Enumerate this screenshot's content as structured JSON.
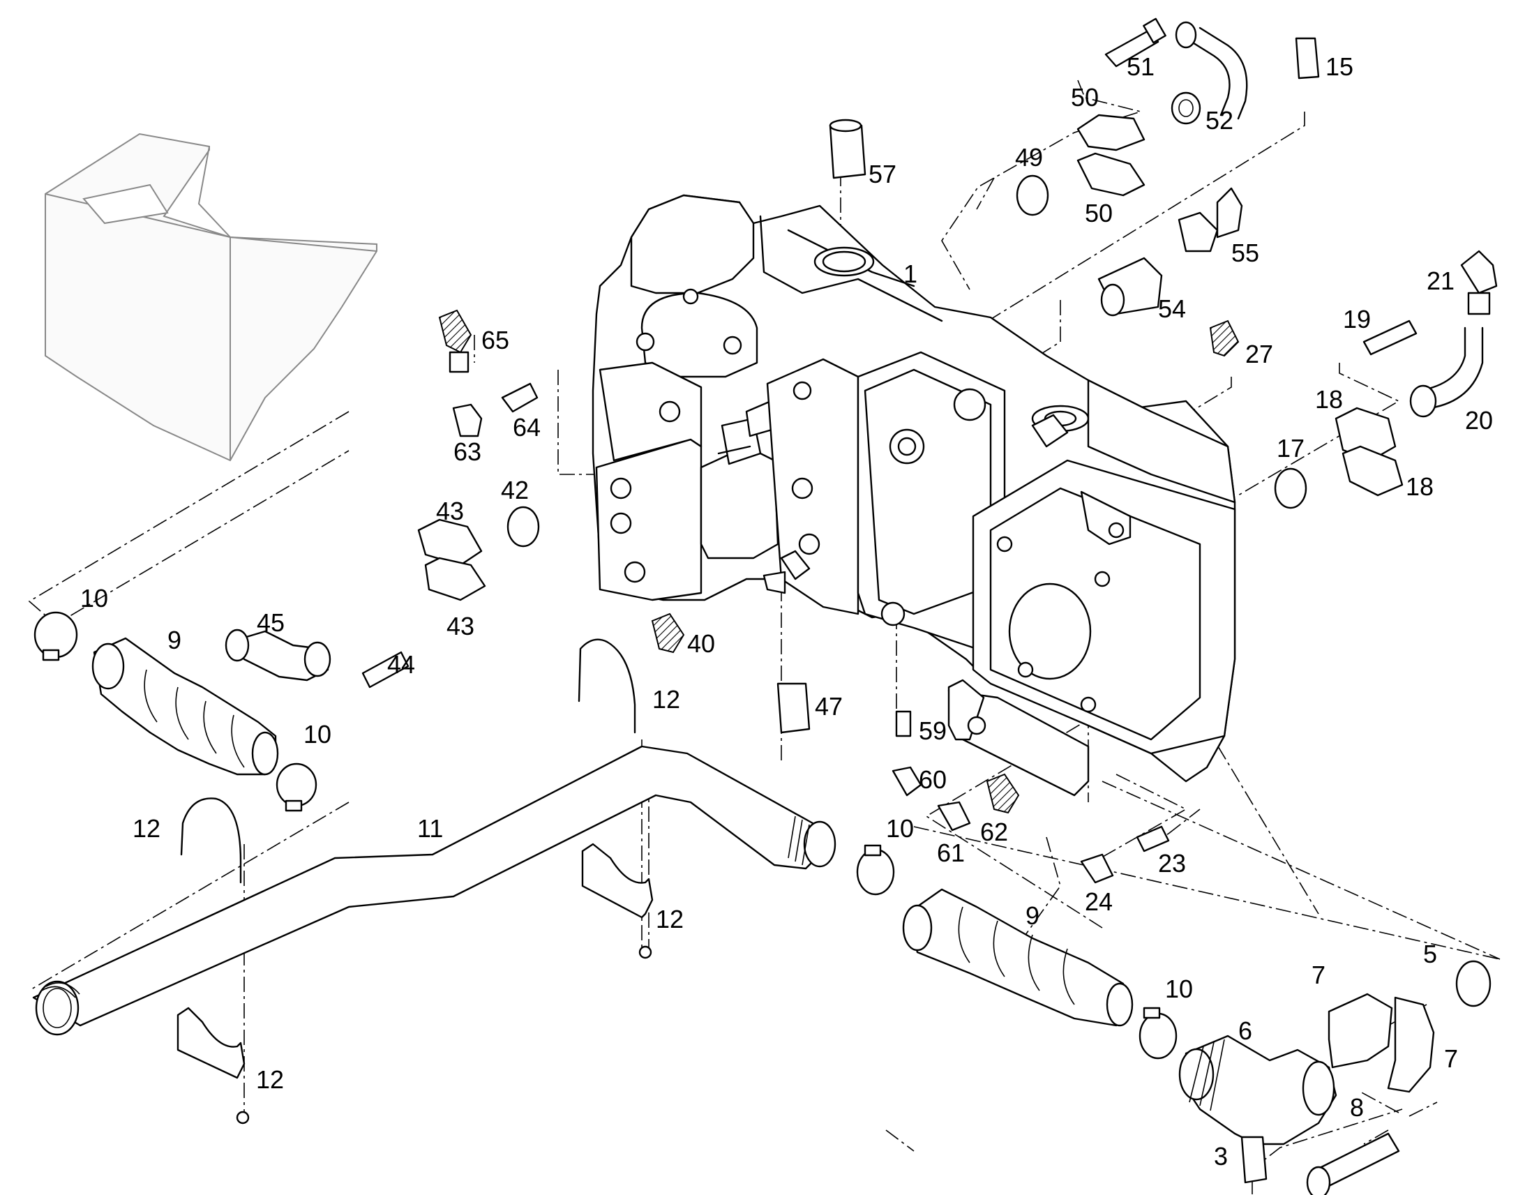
{
  "callouts": [
    {
      "id": "c1",
      "text": "1"
    },
    {
      "id": "c3",
      "text": "3"
    },
    {
      "id": "c5",
      "text": "5"
    },
    {
      "id": "c6",
      "text": "6"
    },
    {
      "id": "c7a",
      "text": "7"
    },
    {
      "id": "c7b",
      "text": "7"
    },
    {
      "id": "c8",
      "text": "8"
    },
    {
      "id": "c9a",
      "text": "9"
    },
    {
      "id": "c9b",
      "text": "9"
    },
    {
      "id": "c10a",
      "text": "10"
    },
    {
      "id": "c10b",
      "text": "10"
    },
    {
      "id": "c10c",
      "text": "10"
    },
    {
      "id": "c10d",
      "text": "10"
    },
    {
      "id": "c11",
      "text": "11"
    },
    {
      "id": "c12a",
      "text": "12"
    },
    {
      "id": "c12b",
      "text": "12"
    },
    {
      "id": "c12c",
      "text": "12"
    },
    {
      "id": "c12d",
      "text": "12"
    },
    {
      "id": "c15",
      "text": "15"
    },
    {
      "id": "c17",
      "text": "17"
    },
    {
      "id": "c18a",
      "text": "18"
    },
    {
      "id": "c18b",
      "text": "18"
    },
    {
      "id": "c19",
      "text": "19"
    },
    {
      "id": "c20",
      "text": "20"
    },
    {
      "id": "c21",
      "text": "21"
    },
    {
      "id": "c23",
      "text": "23"
    },
    {
      "id": "c24",
      "text": "24"
    },
    {
      "id": "c27",
      "text": "27"
    },
    {
      "id": "c40",
      "text": "40"
    },
    {
      "id": "c42",
      "text": "42"
    },
    {
      "id": "c43a",
      "text": "43"
    },
    {
      "id": "c43b",
      "text": "43"
    },
    {
      "id": "c44",
      "text": "44"
    },
    {
      "id": "c45",
      "text": "45"
    },
    {
      "id": "c47",
      "text": "47"
    },
    {
      "id": "c49",
      "text": "49"
    },
    {
      "id": "c50a",
      "text": "50"
    },
    {
      "id": "c50b",
      "text": "50"
    },
    {
      "id": "c51",
      "text": "51"
    },
    {
      "id": "c52",
      "text": "52"
    },
    {
      "id": "c54",
      "text": "54"
    },
    {
      "id": "c55",
      "text": "55"
    },
    {
      "id": "c57",
      "text": "57"
    },
    {
      "id": "c59",
      "text": "59"
    },
    {
      "id": "c60",
      "text": "60"
    },
    {
      "id": "c61",
      "text": "61"
    },
    {
      "id": "c62",
      "text": "62"
    },
    {
      "id": "c63",
      "text": "63"
    },
    {
      "id": "c64",
      "text": "64"
    },
    {
      "id": "c65",
      "text": "65"
    }
  ]
}
